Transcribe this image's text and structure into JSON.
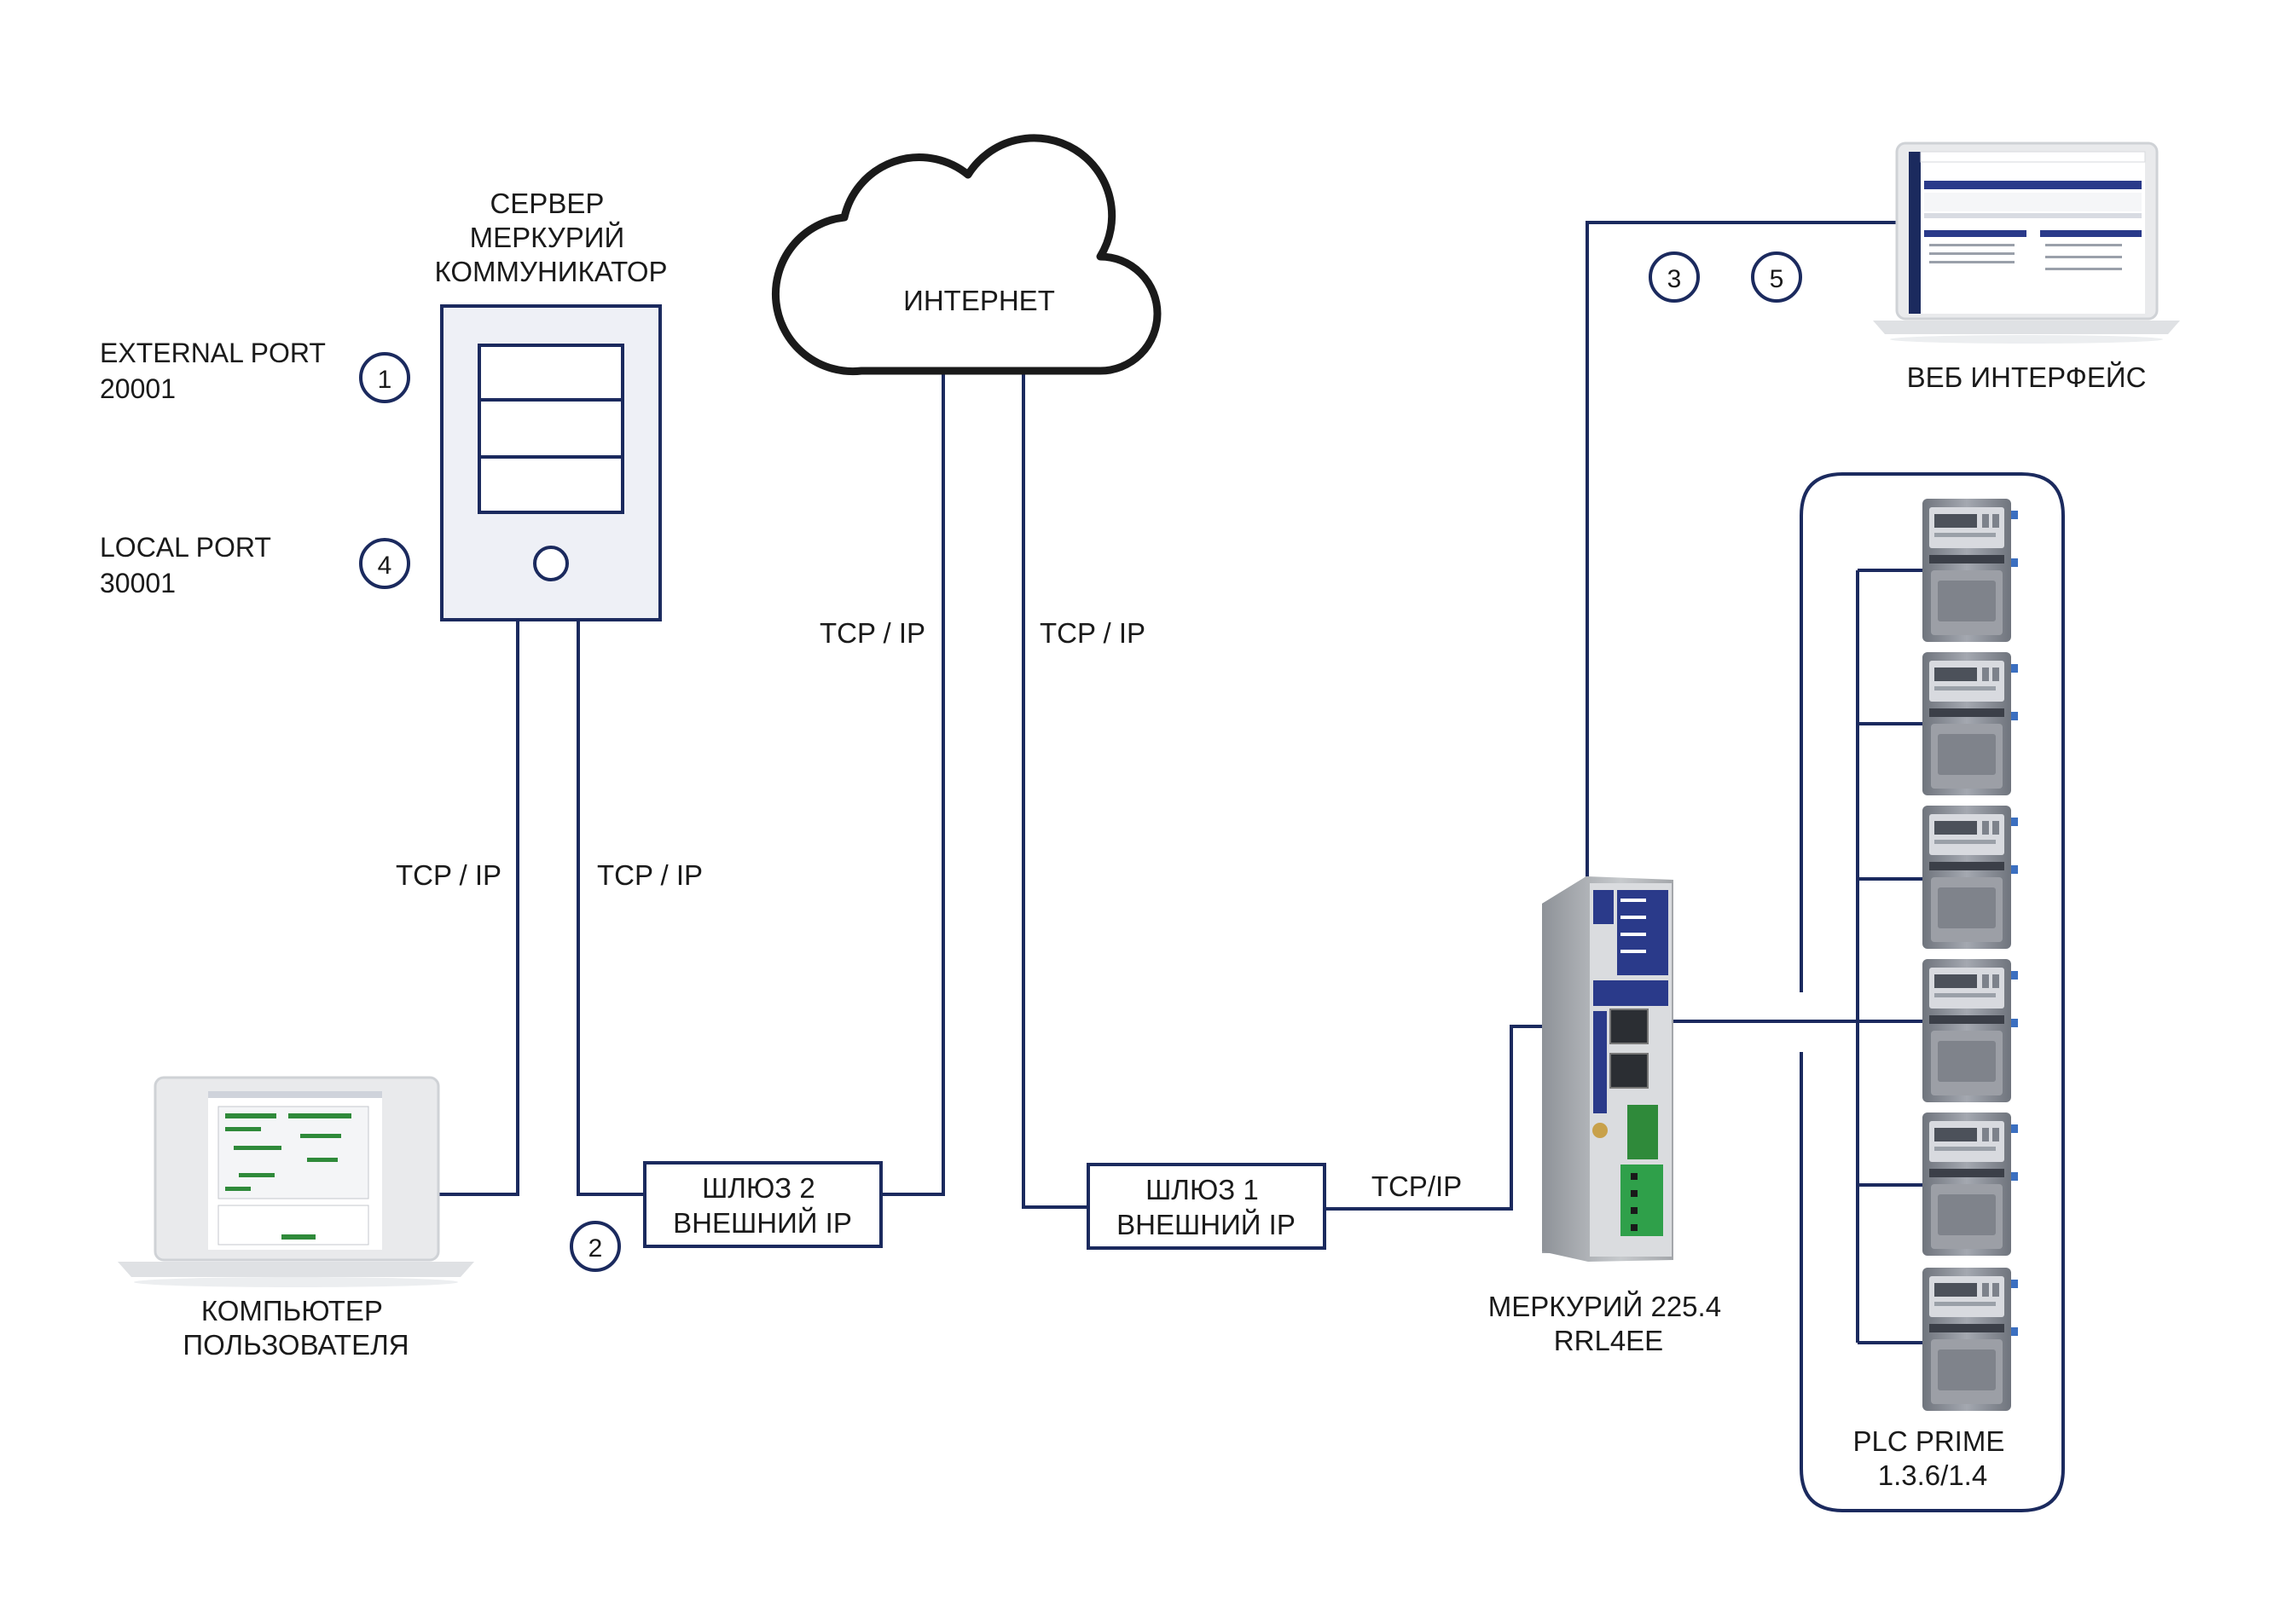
{
  "server": {
    "title_lines": [
      "СЕРВЕР",
      "МЕРКУРИЙ",
      "КОММУНИКАТОР"
    ]
  },
  "ports": {
    "external_lines": [
      "EXTERNAL PORT",
      "20001"
    ],
    "local_lines": [
      "LOCAL PORT",
      "30001"
    ]
  },
  "markers": [
    "1",
    "2",
    "3",
    "4",
    "5"
  ],
  "cloud": {
    "label": "ИНТЕРНЕТ"
  },
  "links": {
    "pc_server_a": "TCP / IP",
    "pc_server_b": "TCP / IP",
    "gw2_internet": "TCP / IP",
    "internet_gw1": "TCP / IP",
    "gw1_device": "TCP/IP"
  },
  "gateway2": {
    "lines": [
      "ШЛЮЗ 2",
      "ВНЕШНИЙ IP"
    ]
  },
  "gateway1": {
    "lines": [
      "ШЛЮЗ 1",
      "ВНЕШНИЙ IP"
    ]
  },
  "user_pc": {
    "lines": [
      "КОМПЬЮТЕР",
      "ПОЛЬЗОВАТЕЛЯ"
    ]
  },
  "device": {
    "lines": [
      "МЕРКУРИЙ 225.4",
      "RRL4EE"
    ]
  },
  "web": {
    "label": "ВЕБ ИНТЕРФЕЙС"
  },
  "plc": {
    "lines": [
      "PLC PRIME",
      "1.3.6/1.4"
    ]
  },
  "colors": {
    "line": "#1b2a5e",
    "server_fill": "#eef0f6",
    "meter_body": "#8a8f99",
    "meter_dark": "#5a5f68",
    "meter_light": "#c9ccd2",
    "device_body": "#b9bcc0",
    "device_panel": "#2a3a8a",
    "screen_accent": "#2f8a3a"
  }
}
